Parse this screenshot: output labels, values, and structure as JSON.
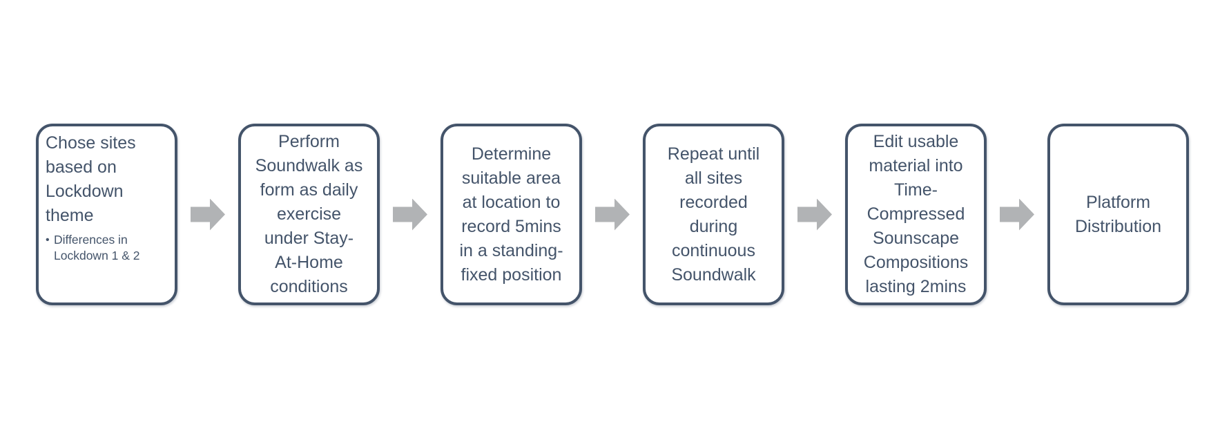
{
  "colors": {
    "box_border": "#44546A",
    "text": "#44546A",
    "arrow": "#b1b3b5",
    "background": "#ffffff"
  },
  "flow": {
    "type": "process-flow-left-to-right",
    "steps": [
      {
        "title": "Chose sites\nbased on\nLockdown\ntheme",
        "bullet_marker": "•",
        "bullet": "Differences in\nLockdown 1 & 2"
      },
      {
        "text": "Perform\nSoundwalk as\nform as daily\nexercise\nunder Stay-\nAt-Home\nconditions"
      },
      {
        "text": "Determine\nsuitable area\nat location to\nrecord 5mins\nin a standing-\nfixed position"
      },
      {
        "text": "Repeat until\nall sites\nrecorded\nduring\ncontinuous\nSoundwalk"
      },
      {
        "text": "Edit usable\nmaterial into\nTime-\nCompressed\nSounscape\nCompositions\nlasting 2mins"
      },
      {
        "text": "Platform\nDistribution"
      }
    ]
  }
}
